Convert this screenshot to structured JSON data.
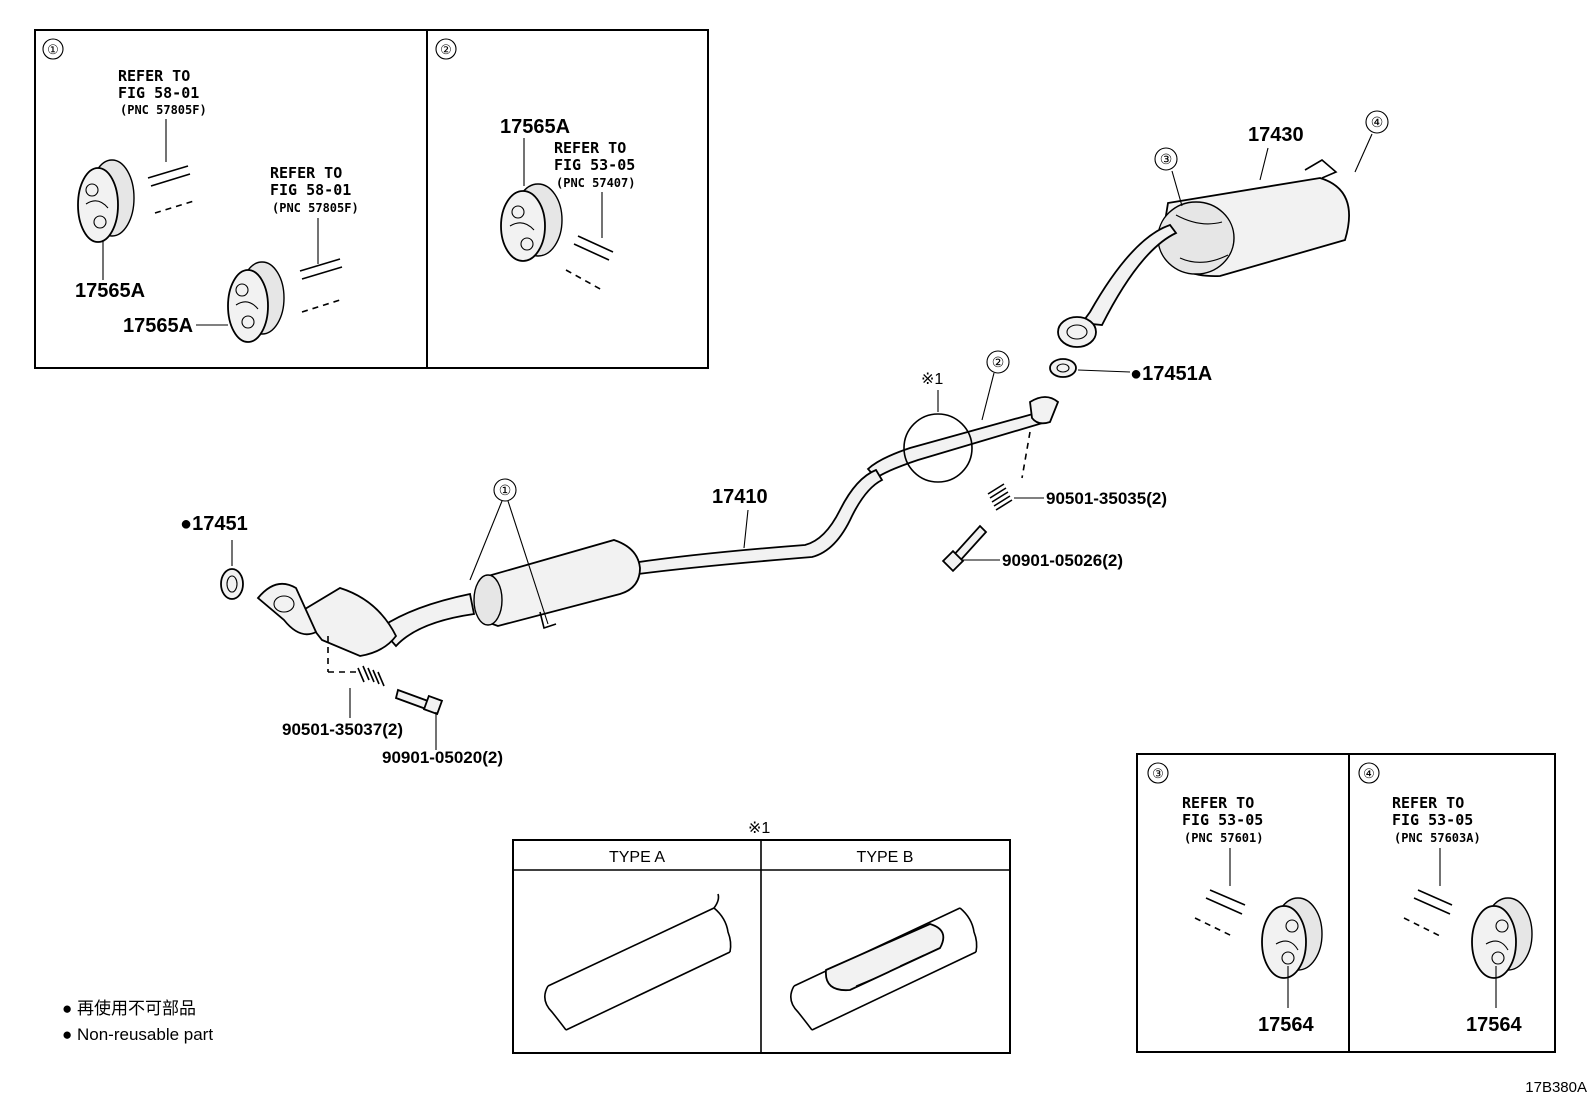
{
  "insets": {
    "inset1": {
      "num": "①",
      "refer1": [
        "REFER TO",
        "FIG 58-01",
        "(PNC 57805F)"
      ],
      "refer2": [
        "REFER TO",
        "FIG 58-01",
        "(PNC 57805F)"
      ],
      "part_a": "17565A",
      "part_b": "17565A"
    },
    "inset2": {
      "num": "②",
      "part": "17565A",
      "refer": [
        "REFER TO",
        "FIG 53-05",
        "(PNC 57407)"
      ]
    },
    "inset3": {
      "num": "③",
      "refer": [
        "REFER TO",
        "FIG 53-05",
        "(PNC 57601)"
      ],
      "part": "17564"
    },
    "inset4": {
      "num": "④",
      "refer": [
        "REFER TO",
        "FIG 53-05",
        "(PNC 57603A)"
      ],
      "part": "17564"
    }
  },
  "main": {
    "muffler": "17430",
    "pipe": "17410",
    "gasket_rear": "●17451A",
    "gasket_front": "●17451",
    "spring_rear": "90501-35035(2)",
    "bolt_rear": "90901-05026(2)",
    "spring_front": "90501-35037(2)",
    "bolt_front": "90901-05020(2)",
    "callout_1": "①",
    "callout_2": "②",
    "callout_3": "③",
    "callout_4": "④",
    "note_mark": "※1"
  },
  "type_table": {
    "mark": "※1",
    "col_a": "TYPE A",
    "col_b": "TYPE B"
  },
  "legend": {
    "jp": "● 再使用不可部品",
    "en": "● Non-reusable part"
  },
  "figure_code": "17B380A"
}
